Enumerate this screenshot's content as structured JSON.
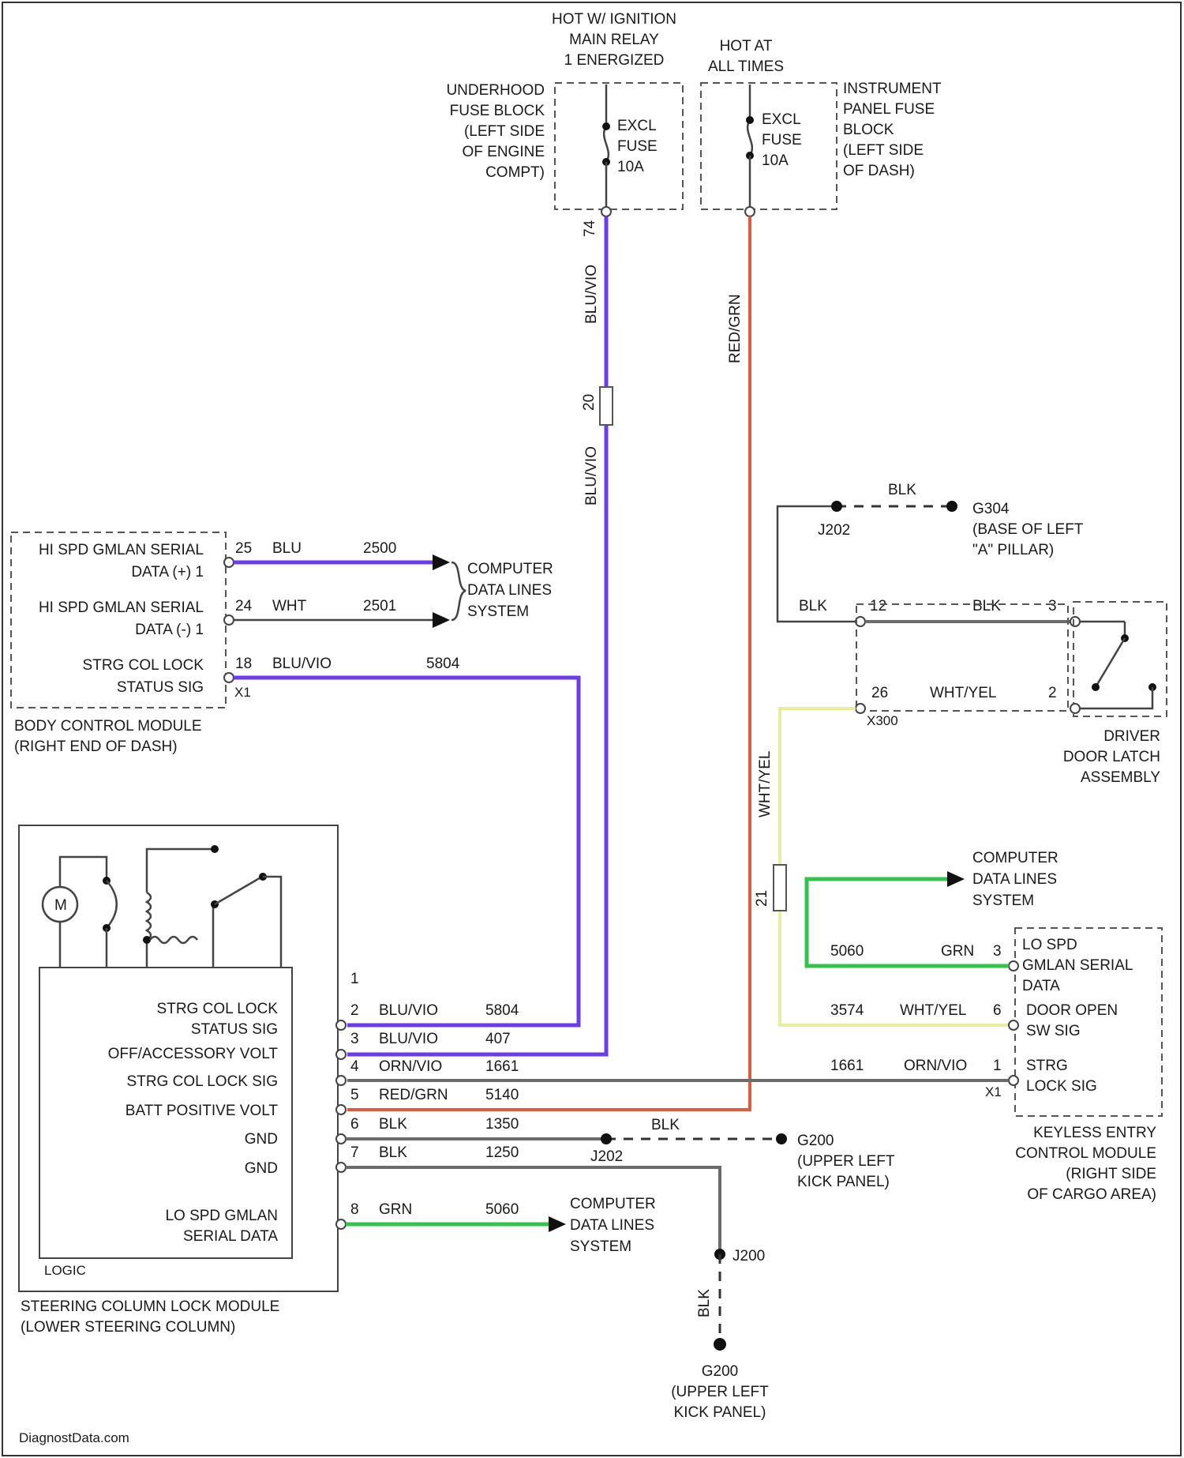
{
  "fuses": {
    "left": {
      "power_label": [
        "HOT W/ IGNITION",
        "MAIN RELAY",
        "1 ENERGIZED"
      ],
      "location": [
        "UNDERHOOD",
        "FUSE BLOCK",
        "(LEFT SIDE",
        "OF ENGINE",
        "COMPT)"
      ],
      "fuse": [
        "EXCL",
        "FUSE",
        "10A"
      ],
      "terminal": "74"
    },
    "right": {
      "power_label": [
        "HOT AT",
        "ALL TIMES"
      ],
      "location": [
        "INSTRUMENT",
        "PANEL FUSE",
        "BLOCK",
        "(LEFT SIDE",
        "OF DASH)"
      ],
      "fuse": [
        "EXCL",
        "FUSE",
        "10A"
      ]
    }
  },
  "vertical_wires": {
    "blu_vio_upper": "BLU/VIO",
    "blu_vio_lower": "BLU/VIO",
    "connector_pin": "20",
    "red_grn": "RED/GRN",
    "wht_yel": "WHT/YEL",
    "connector_pin_2": "21",
    "blk": "BLK"
  },
  "bcm": {
    "rows": [
      {
        "label": [
          "HI SPD GMLAN SERIAL",
          "DATA (+) 1"
        ],
        "pin": "25",
        "color": "BLU",
        "circuit": "2500"
      },
      {
        "label": [
          "HI SPD GMLAN SERIAL",
          "DATA (-) 1"
        ],
        "pin": "24",
        "color": "WHT",
        "circuit": "2501"
      },
      {
        "label": [
          "STRG COL LOCK",
          "STATUS SIG"
        ],
        "pin": "18",
        "color": "BLU/VIO",
        "circuit": "5804"
      }
    ],
    "connector": "X1",
    "name": [
      "BODY CONTROL MODULE",
      "(RIGHT END OF DASH)"
    ]
  },
  "cdl_top": [
    "COMPUTER",
    "DATA LINES",
    "SYSTEM"
  ],
  "ground_top": {
    "splice": "J202",
    "ground": [
      "G304",
      "(BASE OF LEFT",
      "\"A\" PILLAR)"
    ],
    "blk_top": "BLK",
    "blk_left": "BLK",
    "pin_12": "12",
    "blk_right": "BLK",
    "pin_3": "3"
  },
  "door_latch": {
    "pin_left": "26",
    "wire": "WHT/YEL",
    "circuit": "X300",
    "pin_right": "2",
    "name": [
      "DRIVER",
      "DOOR LATCH",
      "ASSEMBLY"
    ]
  },
  "sclm": {
    "pin_1": "1",
    "rows": [
      {
        "label": [
          "STRG COL LOCK",
          "STATUS SIG"
        ],
        "pin": "2",
        "color": "BLU/VIO",
        "circuit": "5804"
      },
      {
        "label": [
          "OFF/ACCESSORY VOLT"
        ],
        "pin": "3",
        "color": "BLU/VIO",
        "circuit": "407"
      },
      {
        "label": [
          "STRG COL LOCK SIG"
        ],
        "pin": "4",
        "color": "ORN/VIO",
        "circuit": "1661"
      },
      {
        "label": [
          "BATT POSITIVE VOLT"
        ],
        "pin": "5",
        "color": "RED/GRN",
        "circuit": "5140"
      },
      {
        "label": [
          "GND"
        ],
        "pin": "6",
        "color": "BLK",
        "circuit": "1350"
      },
      {
        "label": [
          "GND"
        ],
        "pin": "7",
        "color": "BLK",
        "circuit": "1250"
      },
      {
        "label": [
          "LO SPD GMLAN",
          "SERIAL DATA"
        ],
        "pin": "8",
        "color": "GRN",
        "circuit": "5060"
      }
    ],
    "logic": "LOGIC",
    "motor": "M",
    "name": [
      "STEERING COLUMN LOCK MODULE",
      "(LOWER STEERING COLUMN)"
    ]
  },
  "keyless": {
    "rows": [
      {
        "label": [
          "LO SPD",
          "GMLAN SERIAL",
          "DATA"
        ],
        "pin": "3",
        "color": "GRN",
        "circuit": "5060"
      },
      {
        "label": [
          "DOOR OPEN",
          "SW SIG"
        ],
        "pin": "6",
        "color": "WHT/YEL",
        "circuit": "3574"
      },
      {
        "label": [
          "STRG",
          "LOCK SIG"
        ],
        "pin": "1",
        "color": "ORN/VIO",
        "circuit": "1661"
      }
    ],
    "connector": "X1",
    "name": [
      "KEYLESS ENTRY",
      "CONTROL MODULE",
      "(RIGHT SIDE",
      "OF CARGO AREA)"
    ]
  },
  "cdl_mid": [
    "COMPUTER",
    "DATA LINES",
    "SYSTEM"
  ],
  "cdl_bottom": [
    "COMPUTER",
    "DATA LINES",
    "SYSTEM"
  ],
  "ground_mid": {
    "blk": "BLK",
    "splice": "J202",
    "ground": [
      "G200",
      "(UPPER LEFT",
      "KICK PANEL)"
    ]
  },
  "ground_bottom": {
    "splice": "J200",
    "blk": "BLK",
    "ground": [
      "G200",
      "(UPPER LEFT",
      "KICK PANEL)"
    ]
  },
  "watermark": "DiagnostData.com"
}
